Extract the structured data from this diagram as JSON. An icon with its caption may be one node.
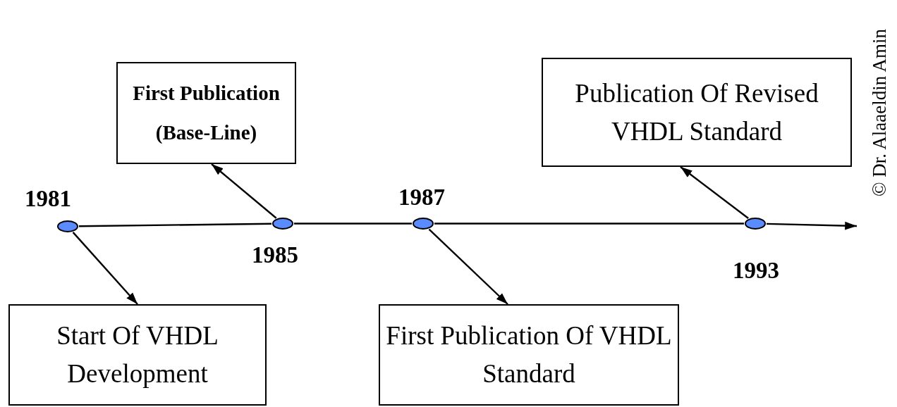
{
  "diagram": {
    "nodes": [
      {
        "text": [],
        "shape": "circle",
        "beside": [
          "1981"
        ]
      },
      {
        "text": [],
        "shape": "circle",
        "beside": [
          "1985"
        ]
      },
      {
        "text": [],
        "shape": "circle",
        "beside": [
          "1987"
        ]
      },
      {
        "text": [],
        "shape": "circle",
        "beside": [
          "1993"
        ]
      },
      {
        "text": [
          "Start Of VHDL Development"
        ]
      },
      {
        "text": [
          "First Publication (Base-Line)"
        ]
      },
      {
        "text": [
          "First Publication Of VHDL Standard"
        ]
      },
      {
        "text": [
          "Publication Of Revised VHDL Standard"
        ]
      }
    ],
    "edges": [
      {
        "from": 0,
        "to": 1,
        "arrow": "none"
      },
      {
        "from": 1,
        "to": 2,
        "arrow": "none"
      },
      {
        "from": 2,
        "to": 3,
        "arrow": "none"
      },
      {
        "from": 3,
        "to": null,
        "arrow": "to"
      },
      {
        "from": 0,
        "to": 4,
        "arrow": "to"
      },
      {
        "from": 1,
        "to": 5,
        "arrow": "to"
      },
      {
        "from": 2,
        "to": 6,
        "arrow": "to"
      },
      {
        "from": 3,
        "to": 7,
        "arrow": "to"
      }
    ],
    "labels": [
      "© Dr. Alaaeldin Amin"
    ]
  }
}
